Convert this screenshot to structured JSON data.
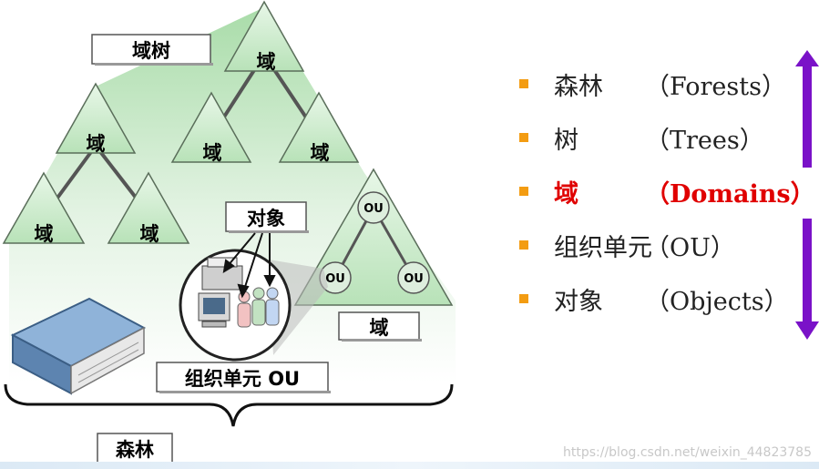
{
  "diagram": {
    "domain_tree_label": "域树",
    "domain_label": "域",
    "objects_label": "对象",
    "ou_short": "OU",
    "ou_box_label": "组织单元 OU",
    "forest_label": "森林"
  },
  "legend": {
    "items": [
      {
        "cn": "森林",
        "en": "（Forests）",
        "active": false
      },
      {
        "cn": "树",
        "en": "（Trees）",
        "active": false
      },
      {
        "cn": "域",
        "en": "（Domains）",
        "active": true
      },
      {
        "cn": "组织单元",
        "en": "（OU）",
        "active": false
      },
      {
        "cn": "对象",
        "en": "（Objects）",
        "active": false
      }
    ]
  },
  "colors": {
    "triangle_fill": "#cdeccd",
    "triangle_stroke": "#5a6e5a",
    "bullet": "#f39c12",
    "active_text": "#e00000",
    "arrow": "#7a12c8"
  },
  "watermark": "https://blog.csdn.net/weixin_44823785"
}
